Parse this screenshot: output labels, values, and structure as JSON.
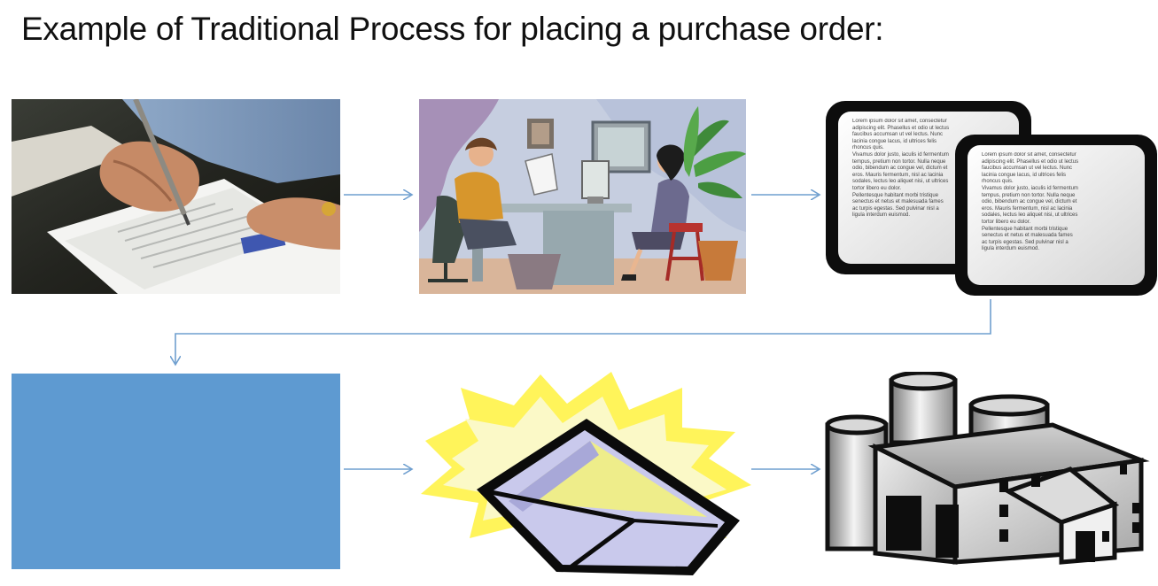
{
  "title": "Example of Traditional Process for placing a purchase order:",
  "document_text": {
    "front_lines": [
      "Lorem ipsum dolor sit amet, consectetur",
      "adipiscing elit. Phasellus et odio ut lectus",
      "faucibus accumsan ut vel lectus. Nunc",
      "lacinia congue lacus, id ultrices felis",
      "rhoncus quis.",
      "Vivamus dolor justo, iaculis id fermentum",
      "tempus, pretium non tortor. Nulla neque",
      "odio, bibendum ac congue vel, dictum et",
      "eros. Mauris fermentum, nisl ac lacinia",
      "sodales, lectus leo aliquet nisi, ut ultrices",
      "tortor libero eu dolor.",
      "Pellentesque habitant morbi tristique",
      "senectus et netus et malesuada fames",
      "ac turpis egestas. Sed pulvinar nisl a",
      "ligula interdum euismod."
    ]
  },
  "colors": {
    "arrow": "#6f9fcf",
    "blue_box": "#5e9ad1"
  }
}
